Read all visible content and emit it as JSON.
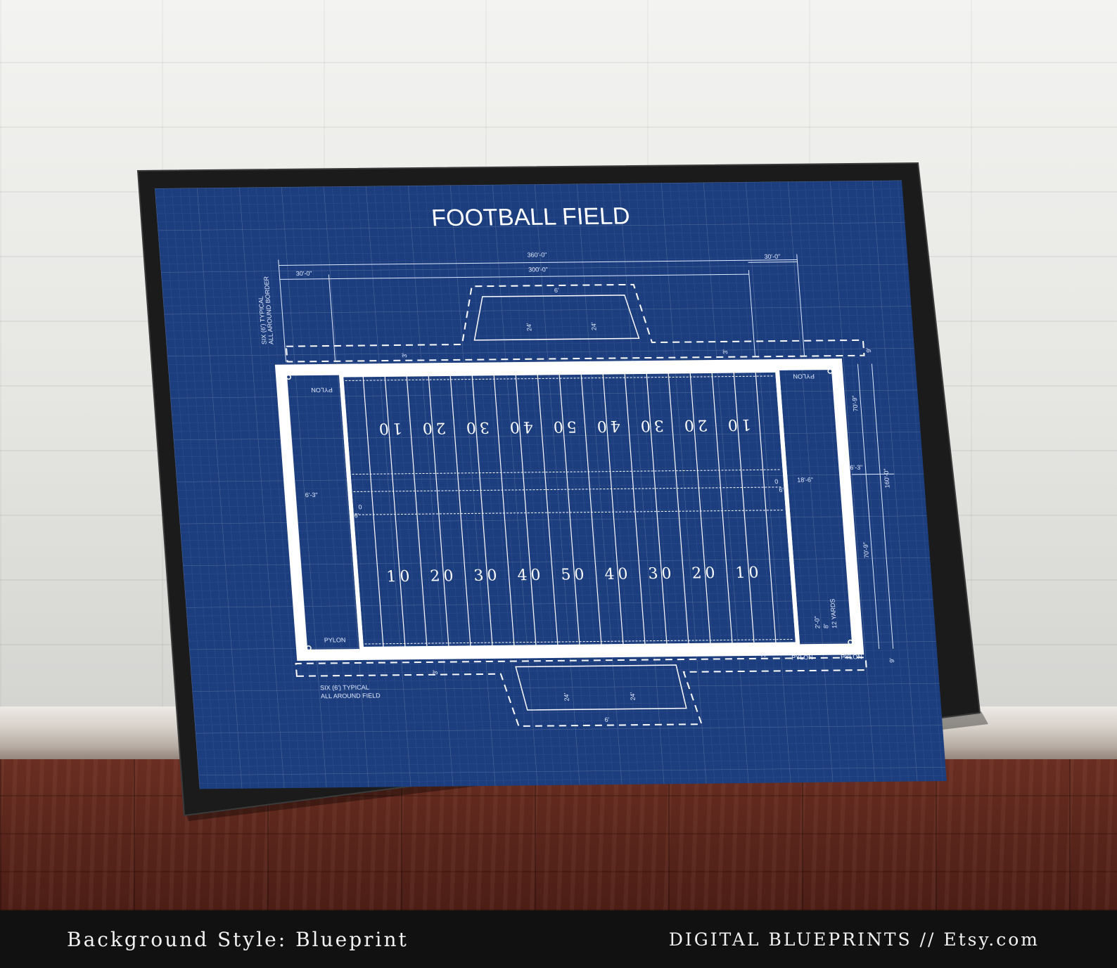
{
  "poster": {
    "title": "FOOTBALL FIELD",
    "dimensions": {
      "total_length": "360'-0\"",
      "field_length": "300'-0\"",
      "end_zone": "30'-0\"",
      "border_top_left": "SIX (6') TYPICAL",
      "border_top_left_2": "ALL AROUND BORDER",
      "border_bottom_left": "SIX (6') TYPICAL",
      "border_bottom_left_2": "ALL AROUND FIELD",
      "bench_depth": "24'",
      "bench_gap": "6'",
      "small_gap": "3'",
      "sideline": "9'",
      "hash_spacing": "6'-3\"",
      "goal_width": "18'-6\"",
      "half_width": "70'-9\"",
      "field_width": "160'-0\"",
      "try_line_1": "2'-0\"",
      "try_line_2": "8'",
      "twelve_yards": "12 YARDS",
      "zero": "0",
      "six": "6'"
    },
    "pylon_label": "PYLON",
    "yard_numbers_top": [
      "10",
      "20",
      "30",
      "40",
      "50",
      "40",
      "30",
      "20",
      "10"
    ],
    "yard_numbers_bottom": [
      "10",
      "20",
      "30",
      "40",
      "50",
      "40",
      "30",
      "20",
      "10"
    ]
  },
  "captions": {
    "left": "Background Style: Blueprint",
    "right": "DIGITAL BLUEPRINTS // Etsy.com"
  },
  "colors": {
    "blueprint": "#1d3e7e",
    "frame": "#1a1a1a",
    "lines": "#ffffff"
  }
}
